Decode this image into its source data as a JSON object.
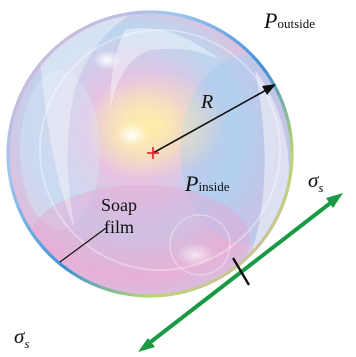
{
  "diagram": {
    "labels": {
      "p_outside": {
        "symbol": "P",
        "subscript": "outside"
      },
      "p_inside": {
        "symbol": "P",
        "subscript": "inside"
      },
      "radius": "R",
      "soap_film": [
        "Soap",
        "film"
      ],
      "surface_tension_upper": {
        "symbol": "σ",
        "subscript": "s"
      },
      "surface_tension_lower": {
        "symbol": "σ",
        "subscript": "s"
      }
    },
    "colors": {
      "tension_arrow": "#1a9a44",
      "radius_arrow": "#111111",
      "center_marker": "#e0202a"
    }
  }
}
